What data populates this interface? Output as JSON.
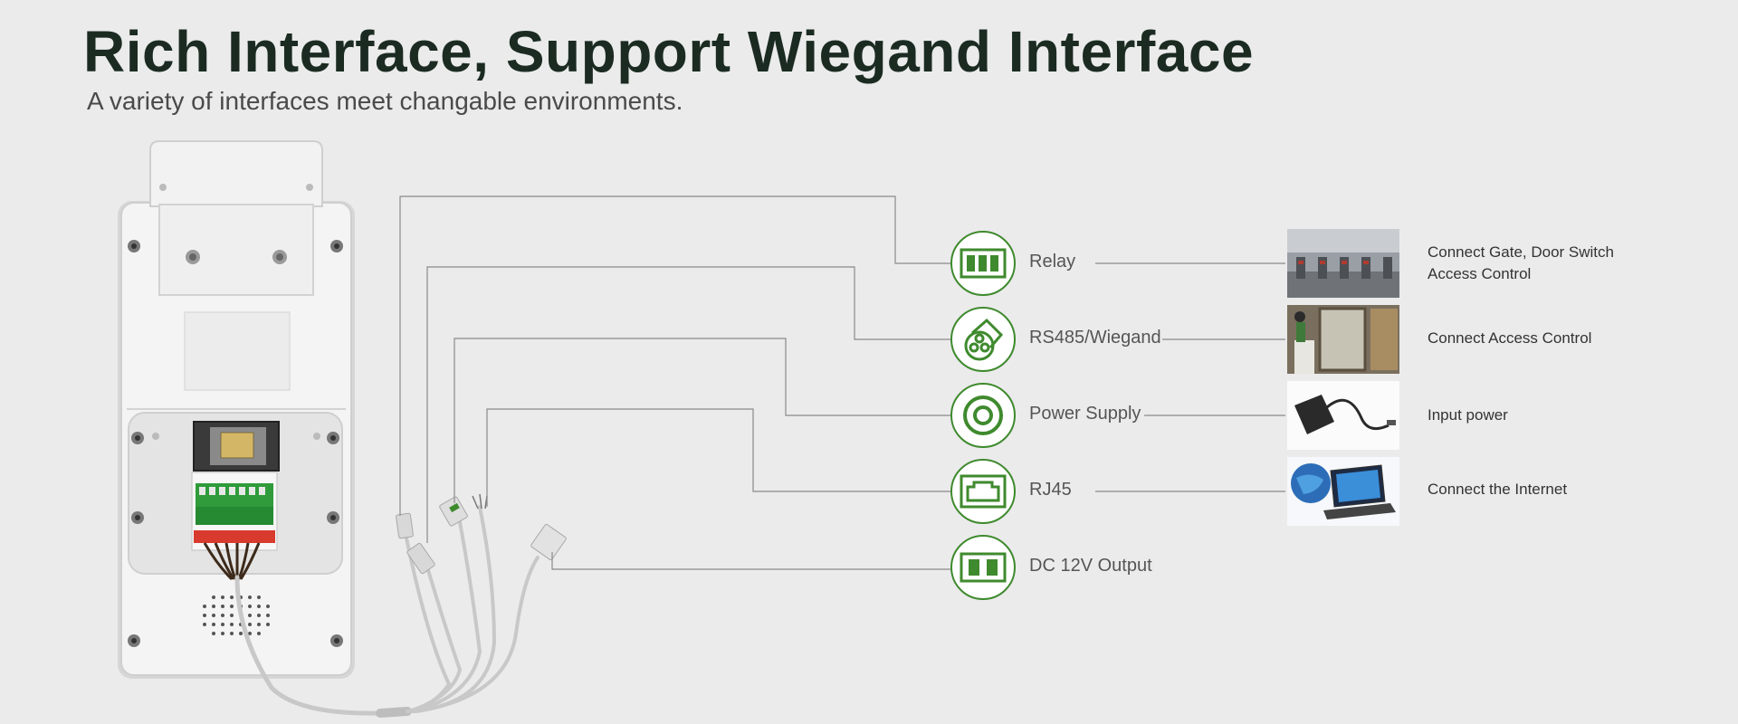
{
  "header": {
    "title": "Rich Interface, Support Wiegand Interface",
    "subtitle": "A variety of interfaces meet changable environments."
  },
  "colors": {
    "accent_green": "#3f8a2e",
    "background": "#ebebeb",
    "title": "#1b2b22"
  },
  "interfaces": [
    {
      "label": "Relay",
      "icon": "relay-terminal-icon",
      "description": [
        "Connect Gate, Door Switch",
        "Access Control"
      ],
      "photo": "turnstile-gates-photo"
    },
    {
      "label": "RS485/Wiegand",
      "icon": "wiegand-cable-icon",
      "description": [
        "Connect Access Control"
      ],
      "photo": "access-control-door-photo"
    },
    {
      "label": "Power Supply",
      "icon": "power-jack-icon",
      "description": [
        "Input power"
      ],
      "photo": "power-adapter-photo"
    },
    {
      "label": "RJ45",
      "icon": "rj45-port-icon",
      "description": [
        "Connect the Internet"
      ],
      "photo": "laptop-globe-photo"
    },
    {
      "label": "DC 12V Output",
      "icon": "dc-output-icon"
    }
  ]
}
